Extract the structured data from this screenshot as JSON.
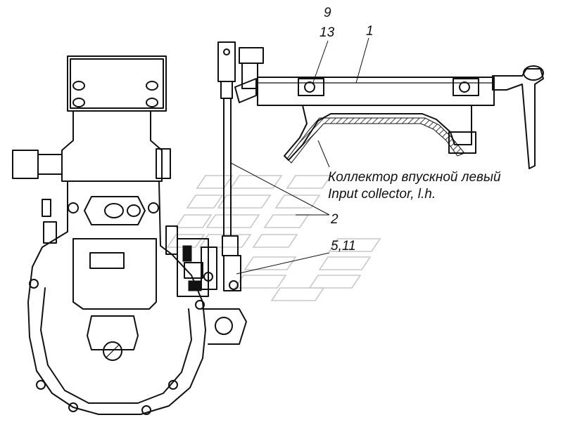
{
  "callouts": {
    "c9": "9",
    "c13": "13",
    "c1": "1",
    "c2": "2",
    "c5_11": "5,11"
  },
  "caption": {
    "line_ru": "Коллектор впускной левый",
    "line_en": "Input collector, l.h."
  }
}
